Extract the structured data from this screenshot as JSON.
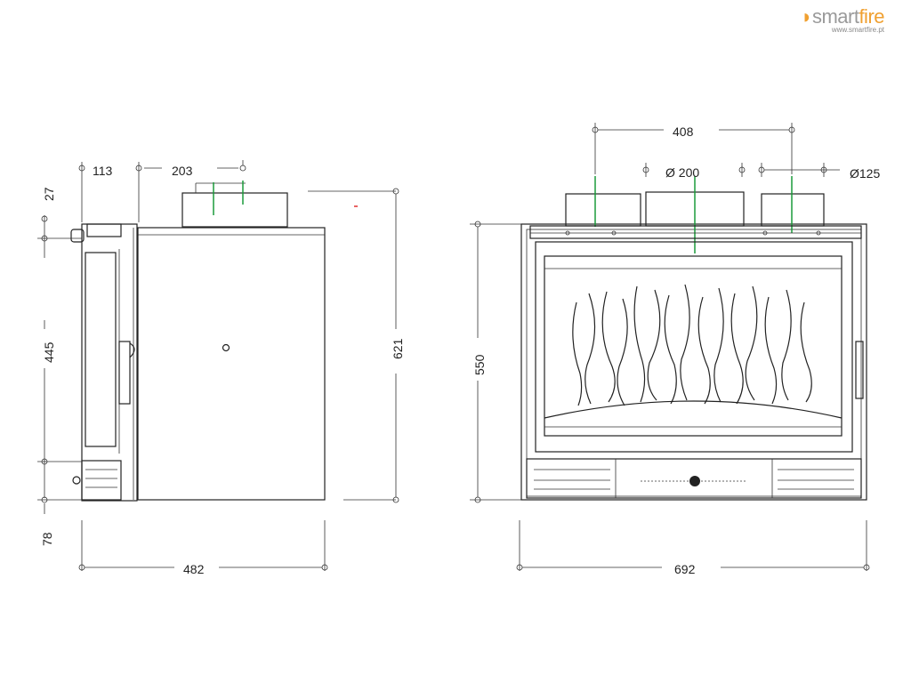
{
  "logo": {
    "brand_a": "smart",
    "brand_b": "fire",
    "url": "www.smartfire.pt",
    "accent_color": "#f0a030",
    "icon": "flame-icon"
  },
  "side_view": {
    "dims": {
      "d113": "113",
      "d203": "203",
      "d27": "27",
      "d445": "445",
      "d78": "78",
      "d621": "621",
      "d482": "482"
    }
  },
  "front_view": {
    "dims": {
      "d408": "408",
      "d200": "Ø  200",
      "d125": "Ø125",
      "d550": "550",
      "d692": "692"
    }
  },
  "colors": {
    "line": "#222222",
    "duct_marker": "#1a9a3a"
  }
}
